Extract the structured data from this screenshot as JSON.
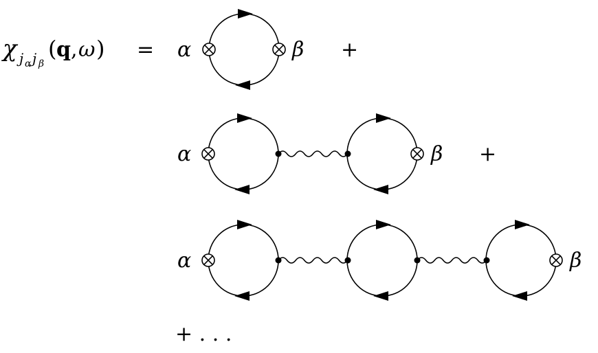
{
  "lhs": {
    "chi": "χ",
    "sub_j1": "j",
    "sub_alpha": "α",
    "sub_j2": "j",
    "sub_beta": "β",
    "open_paren": "(",
    "q": "q",
    "comma": ",",
    "omega": "ω",
    "close_paren": ")"
  },
  "equals": "=",
  "rows": [
    {
      "left_label": "α",
      "right_label": "β",
      "trailing": "+"
    },
    {
      "left_label": "α",
      "right_label": "β",
      "trailing": "+"
    },
    {
      "left_label": "α",
      "right_label": "β"
    }
  ],
  "continuation": "+ . . .",
  "colors": {
    "ink": "#000000",
    "background": "#ffffff"
  }
}
